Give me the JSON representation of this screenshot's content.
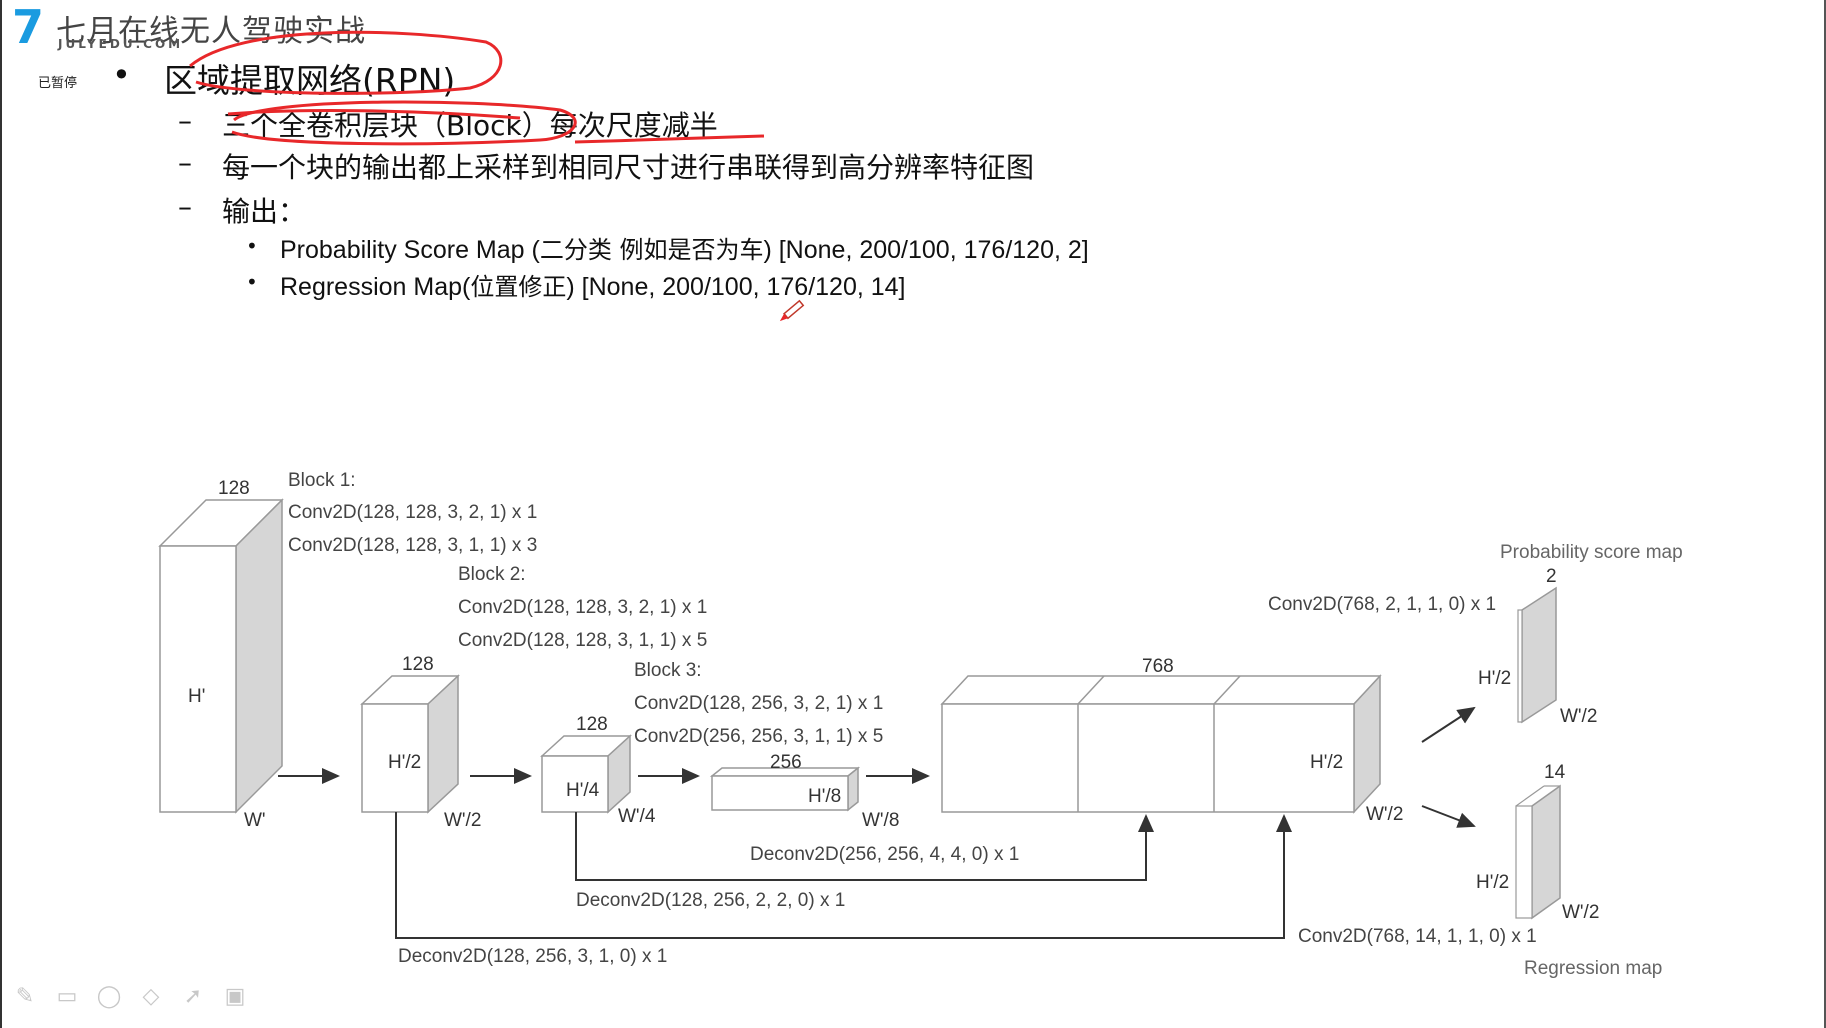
{
  "brand": {
    "logo_glyph": "7",
    "name": "七月在线无人驾驶实战",
    "domain": "JULYEDU.COM",
    "accent": "#1a9be0"
  },
  "player": {
    "status": "已暂停"
  },
  "slide": {
    "title": "区域提取网络(RPN)",
    "points": [
      {
        "prefix": "三个全卷积层块（",
        "latin": "Block",
        "suffix": "）每次尺度减半"
      },
      {
        "text": "每一个块的输出都上采样到相同尺寸进行串联得到高分辨率特征图"
      },
      {
        "text": "输出："
      }
    ],
    "outputs": [
      {
        "a": "Probability Score Map (",
        "cn": "二分类 例如是否为车",
        "b": ")  [None, 200/100, 176/120, 2]"
      },
      {
        "a": "Regression Map(",
        "cn": "位置修正",
        "b": ")  [None, 200/100, 176/120, 14]"
      }
    ]
  },
  "annotation_color": "#e8282a",
  "diagram": {
    "blocks": {
      "block1": {
        "depth": "128",
        "h": "H'",
        "w": "W'"
      },
      "block2": {
        "depth": "128",
        "h": "H'/2",
        "w": "W'/2"
      },
      "block3": {
        "depth": "128",
        "h": "H'/4",
        "w": "W'/4"
      },
      "block4": {
        "depth": "256",
        "h": "H'/8",
        "w": "W'/8"
      },
      "concat": {
        "depth": "768",
        "h": "H'/2",
        "w": "W'/2"
      },
      "prob": {
        "depth": "2",
        "h": "H'/2",
        "w": "W'/2"
      },
      "reg": {
        "depth": "14",
        "h": "H'/2",
        "w": "W'/2"
      }
    },
    "block1_title": "Block 1:",
    "block1_ops": [
      "Conv2D(128, 128, 3, 2, 1) x 1",
      "Conv2D(128, 128, 3, 1, 1) x 3"
    ],
    "block2_title": "Block 2:",
    "block2_ops": [
      "Conv2D(128, 128, 3, 2, 1) x 1",
      "Conv2D(128, 128, 3, 1, 1) x 5"
    ],
    "block3_title": "Block 3:",
    "block3_ops": [
      "Conv2D(128, 256, 3, 2, 1) x 1",
      "Conv2D(256, 256, 3, 1, 1) x 5"
    ],
    "deconv_small": "Deconv2D(256, 256, 4, 4, 0) x 1",
    "deconv_mid": "Deconv2D(128, 256, 2, 2, 0) x 1",
    "deconv_large": "Deconv2D(128, 256, 3, 1, 0) x 1",
    "prob_conv": "Conv2D(768, 2, 1, 1, 0) x 1",
    "prob_label": "Probability score map",
    "reg_conv": "Conv2D(768, 14, 1, 1, 0) x 1",
    "reg_label": "Regression map"
  },
  "toolbar": [
    "pen-icon",
    "whiteboard-icon",
    "lasso-icon",
    "eraser-icon",
    "pointer-icon",
    "camera-icon"
  ]
}
